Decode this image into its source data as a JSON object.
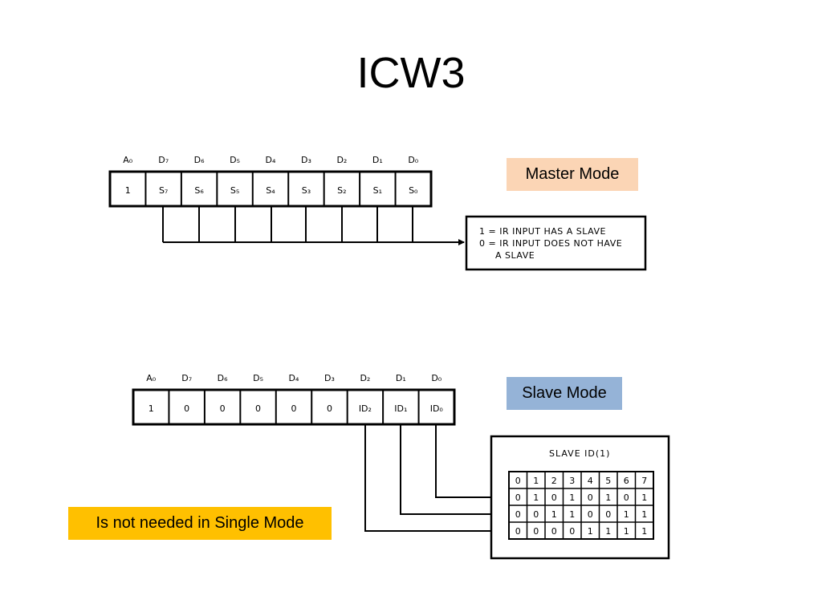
{
  "title": "ICW3",
  "master": {
    "tag": "Master Mode",
    "header": [
      "A₀",
      "D₇",
      "D₆",
      "D₅",
      "D₄",
      "D₃",
      "D₂",
      "D₁",
      "D₀"
    ],
    "cells": [
      "1",
      "S₇",
      "S₆",
      "S₅",
      "S₄",
      "S₃",
      "S₂",
      "S₁",
      "S₀"
    ],
    "note": [
      "1 = IR INPUT HAS A SLAVE",
      "0 = IR INPUT DOES NOT HAVE",
      "A SLAVE"
    ]
  },
  "slave": {
    "tag": "Slave Mode",
    "header": [
      "A₀",
      "D₇",
      "D₆",
      "D₅",
      "D₄",
      "D₃",
      "D₂",
      "D₁",
      "D₀"
    ],
    "cells": [
      "1",
      "0",
      "0",
      "0",
      "0",
      "0",
      "ID₂",
      "ID₁",
      "ID₀"
    ],
    "id_box_title": "SLAVE ID(1)",
    "id_table": [
      [
        "0",
        "1",
        "2",
        "3",
        "4",
        "5",
        "6",
        "7"
      ],
      [
        "0",
        "1",
        "0",
        "1",
        "0",
        "1",
        "0",
        "1"
      ],
      [
        "0",
        "0",
        "1",
        "1",
        "0",
        "0",
        "1",
        "1"
      ],
      [
        "0",
        "0",
        "0",
        "0",
        "1",
        "1",
        "1",
        "1"
      ]
    ]
  },
  "single_note": "Is not needed in Single Mode"
}
